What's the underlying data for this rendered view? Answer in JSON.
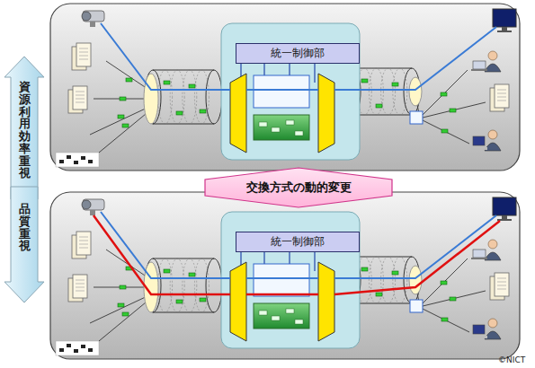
{
  "diagram": {
    "nodes": [
      {
        "text": [
          "資源利用効率重視"
        ]
      },
      {
        "text": [
          "統一制御部"
        ]
      },
      {
        "text": [
          "交換方式の動的変更"
        ]
      },
      {
        "text": [
          "品質重視"
        ]
      },
      {
        "text": [
          "統一制御部"
        ]
      }
    ],
    "labels": [
      "©NICT"
    ]
  }
}
